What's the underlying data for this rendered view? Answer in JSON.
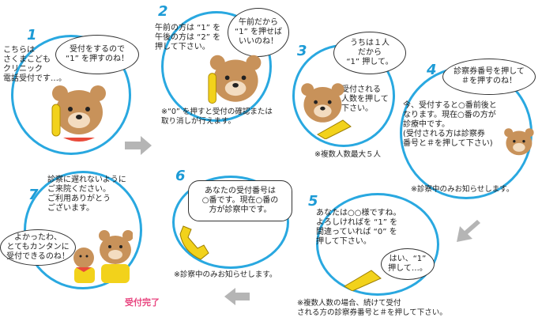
{
  "steps": [
    {
      "num": "1",
      "text": "こちらは\nさくまこども\nクリニック\n電話受付です…。",
      "bubble": "受付をするので\n“1” を押すのね！"
    },
    {
      "num": "2",
      "text": "午前の方は “1” を\n午後の方は “2” を\n押して下さい。",
      "bubble": "午前だから\n“1” を押せば\nいいのね！",
      "note": "※“0” を押すと受付の確認または\n取り消しが行えます。"
    },
    {
      "num": "3",
      "text": "受付される\n人数を押して\n下さい。",
      "bubble": "うちは１人\nだから\n“1” 押して。",
      "note": "※複数人数最大５人"
    },
    {
      "num": "4",
      "text": "今、受付すると○番前後と\nなります。現在○番の方が\n診療中です。\n(受付される方は診察券\n番号と＃を押して下さい)",
      "bubble": "診察券番号を押して\n＃を押すのね！",
      "note": "※診察中のみお知らせします。"
    },
    {
      "num": "5",
      "text": "あなたは○○様ですね。\nよろしければを “1” を\n間違っていれば “0” を\n押して下さい。",
      "bubble": "はい、“1”\n押して…。",
      "note": "※複数人数の場合、続けて受付\nされる方の診察券番号と＃を押して下さい。"
    },
    {
      "num": "6",
      "text": "あなたの受付番号は\n○番です。現在○番の\n方が診察中です。",
      "note": "※診察中のみお知らせします。"
    },
    {
      "num": "7",
      "text": "診察に遅れないように\nご来院ください。\nご利用ありがとう\nございます。",
      "bubble": "よかったわ、\nとてもカンタンに\n受付できるのね！"
    }
  ],
  "complete_label": "受付完了",
  "colors": {
    "circle": "#29a8e0",
    "number": "#1d9bd6",
    "bear": "#c8925a",
    "phone": "#f2d21b",
    "arrow": "#b5b5b5",
    "complete": "#e8457f"
  }
}
